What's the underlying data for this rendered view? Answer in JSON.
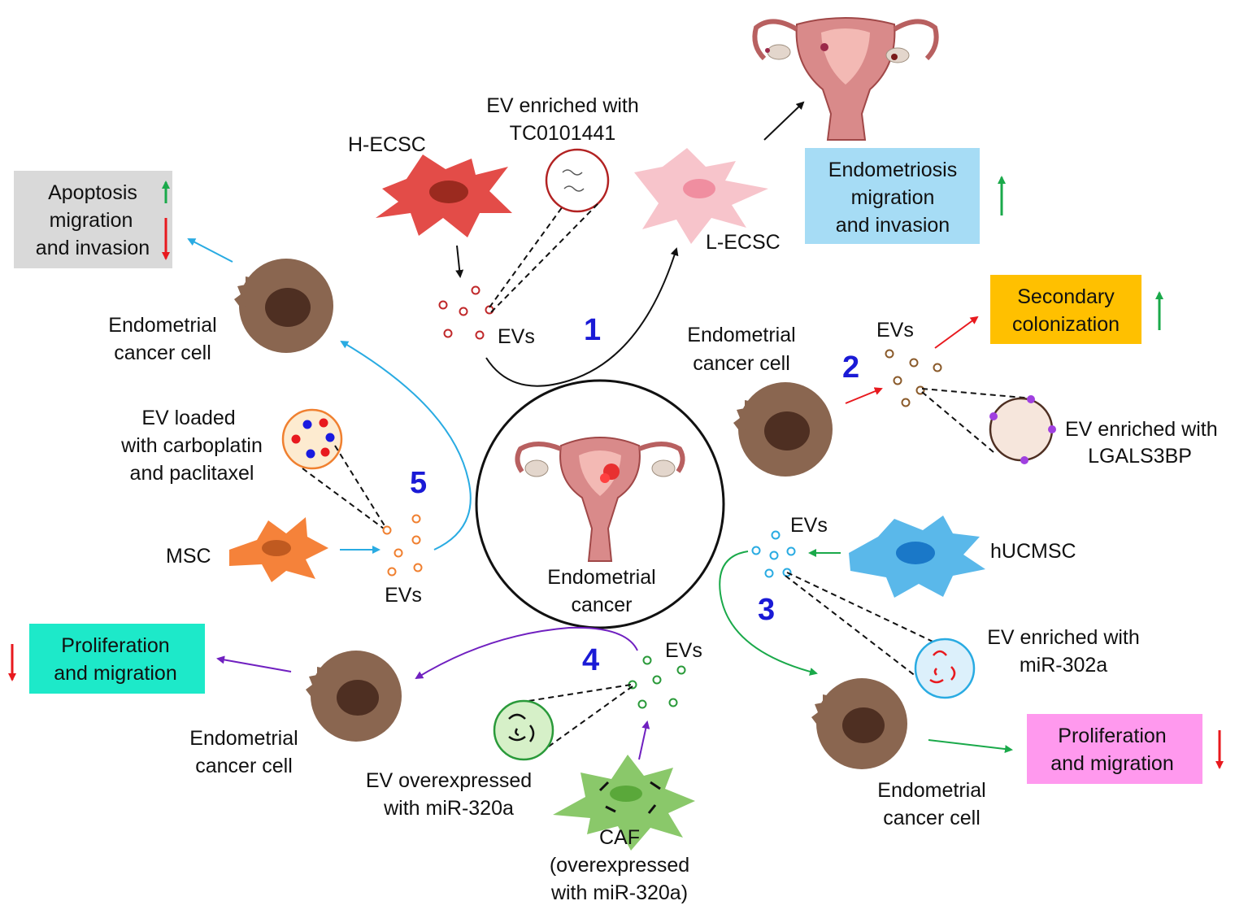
{
  "center": {
    "title_line1": "Endometrial",
    "title_line2": "cancer"
  },
  "pathway1": {
    "number": "1",
    "donor_label": "H-ECSC",
    "ev_label_line1": "EV enriched with",
    "ev_label_line2": "TC0101441",
    "evs_label": "EVs",
    "recipient_label": "L-ECSC",
    "outcome_line1": "Endometriosis",
    "outcome_line2": "migration",
    "outcome_line3": "and invasion",
    "outcome_color": "#a6dcf5"
  },
  "pathway2": {
    "number": "2",
    "cell_line1": "Endometrial",
    "cell_line2": "cancer cell",
    "evs_label": "EVs",
    "ev_label_line1": "EV enriched with",
    "ev_label_line2": "LGALS3BP",
    "outcome_line1": "Secondary",
    "outcome_line2": "colonization",
    "outcome_color": "#ffc000"
  },
  "pathway3": {
    "number": "3",
    "donor_label": "hUCMSC",
    "evs_label": "EVs",
    "ev_label_line1": "EV enriched with",
    "ev_label_line2": "miR-302a",
    "cell_line1": "Endometrial",
    "cell_line2": "cancer cell",
    "outcome_line1": "Proliferation",
    "outcome_line2": "and migration",
    "outcome_color": "#ff99ee"
  },
  "pathway4": {
    "number": "4",
    "evs_label": "EVs",
    "ev_label_line1": "EV overexpressed",
    "ev_label_line2": "with miR-320a",
    "donor_line1": "CAF",
    "donor_line2": "(overexpressed",
    "donor_line3": "with miR-320a)",
    "cell_line1": "Endometrial",
    "cell_line2": "cancer cell",
    "outcome_line1": "Proliferation",
    "outcome_line2": "and migration",
    "outcome_color": "#1de9c9"
  },
  "pathway5": {
    "number": "5",
    "donor_label": "MSC",
    "evs_label": "EVs",
    "ev_label_line1": "EV loaded",
    "ev_label_line2": "with carboplatin",
    "ev_label_line3": "and paclitaxel",
    "cell_line1": "Endometrial",
    "cell_line2": "cancer cell",
    "outcome_line1": "Apoptosis",
    "outcome_line2": "migration",
    "outcome_line3": "and invasion",
    "outcome_color": "#d9d9d9"
  },
  "colors": {
    "up_arrow": "#1aa94a",
    "down_arrow": "#e8191e",
    "number": "#1a1ad6"
  }
}
